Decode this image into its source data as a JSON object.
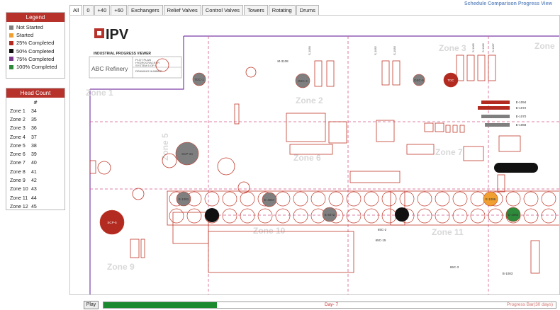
{
  "legend": {
    "title": "Legend",
    "items": [
      {
        "label": "Not Started",
        "color": "#7f7f7f"
      },
      {
        "label": "Started",
        "color": "#f0a030"
      },
      {
        "label": "25% Completed",
        "color": "#b22a20"
      },
      {
        "label": "50% Completed",
        "color": "#111111"
      },
      {
        "label": "75% Completed",
        "color": "#7a3a90"
      },
      {
        "label": "100% Completed",
        "color": "#2c8a3a"
      }
    ]
  },
  "headcount": {
    "title": "Head Count",
    "column": "#",
    "rows": [
      {
        "zone": "Zone 1",
        "count": "34"
      },
      {
        "zone": "Zone 2",
        "count": "35"
      },
      {
        "zone": "Zone 3",
        "count": "36"
      },
      {
        "zone": "Zone 4",
        "count": "37"
      },
      {
        "zone": "Zone 5",
        "count": "38"
      },
      {
        "zone": "Zone 6",
        "count": "39"
      },
      {
        "zone": "Zone 7",
        "count": "40"
      },
      {
        "zone": "Zone 8",
        "count": "41"
      },
      {
        "zone": "Zone 9",
        "count": "42"
      },
      {
        "zone": "Zone 10",
        "count": "43"
      },
      {
        "zone": "Zone 11",
        "count": "44"
      },
      {
        "zone": "Zone 12",
        "count": "45"
      }
    ]
  },
  "tabs": [
    "All",
    "0",
    "+40",
    "+60",
    "Exchangers",
    "Relief Valves",
    "Control Valves",
    "Towers",
    "Rotating",
    "Drums"
  ],
  "schedule_link": "Schedule Comparison Progress View",
  "title_block": {
    "logo": "IPV",
    "logo_subtitle": "INDUSTRIAL PROGRESS VIEWER",
    "company": "ABC Refinery",
    "plot_plan_1": "PLOT PLAN",
    "plot_plan_2": "HYDROCRACKER",
    "plot_plan_3": "SYSTEM 5 OF 6",
    "drawing_number": "DRAWING NUMBER"
  },
  "zones": [
    "Zone 1",
    "Zone 2",
    "Zone 3",
    "Zone 5",
    "Zone 6",
    "Zone 7",
    "Zone 9",
    "Zone 10",
    "Zone 11"
  ],
  "equipment": [
    {
      "tag": "TDC-1",
      "status": "Not Started"
    },
    {
      "tag": "DSC-4",
      "status": "Not Started"
    },
    {
      "tag": "DSC-9",
      "status": "Not Started"
    },
    {
      "tag": "TDC",
      "status": "25% Completed"
    },
    {
      "tag": "M-3108",
      "status": "Not Started"
    },
    {
      "tag": "E-1094",
      "status": "25% Completed"
    },
    {
      "tag": "E-1072",
      "status": "25% Completed"
    },
    {
      "tag": "E-1070",
      "status": "Not Started"
    },
    {
      "tag": "E-1068",
      "status": "Not Started"
    },
    {
      "tag": "SCP-34",
      "status": "Not Started"
    },
    {
      "tag": "E-1081",
      "status": "Not Started"
    },
    {
      "tag": "E-4057",
      "status": "Not Started"
    },
    {
      "tag": "E-4072",
      "status": "Not Started"
    },
    {
      "tag": "E-1086",
      "status": "Started"
    },
    {
      "tag": "E-1082",
      "status": "100% Completed"
    },
    {
      "tag": "SCP-5",
      "status": "25% Completed"
    },
    {
      "tag": "65C-2",
      "status": "Not Started"
    },
    {
      "tag": "65C-15",
      "status": "Not Started"
    },
    {
      "tag": "65C-3",
      "status": "Not Started"
    },
    {
      "tag": "B-1083",
      "status": "Not Started"
    }
  ],
  "controls": {
    "play_label": "Play",
    "day_label": "Day- 7",
    "progress_label": "Progress Bar(30 days)",
    "progress_fraction": 0.25
  }
}
